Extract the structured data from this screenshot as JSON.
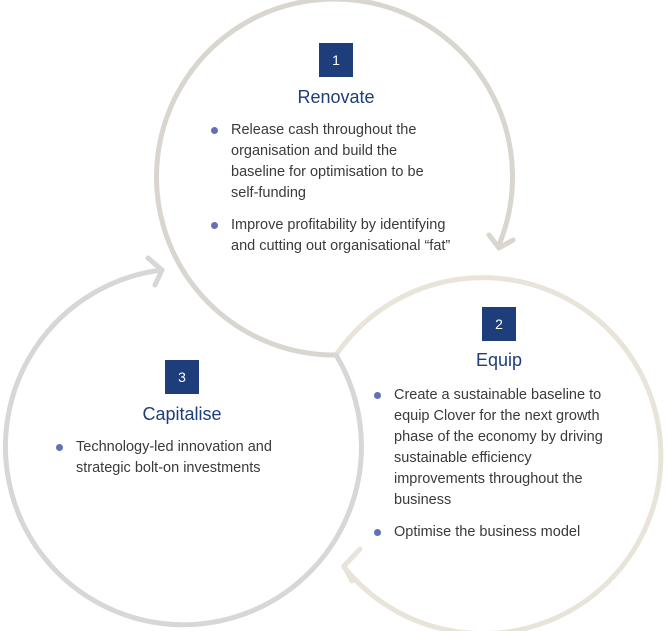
{
  "colors": {
    "badge": "#1d3e7b",
    "title": "#1d3e7b",
    "bullet_dot": "#6470b4",
    "body_text": "#3a3a3a",
    "ring_renovate": "#d9d6d0",
    "ring_equip": "#e8e4d9",
    "ring_capitalise": "#d7d7d7"
  },
  "stages": [
    {
      "number": "1",
      "title": "Renovate",
      "bullets": [
        "Release cash throughout the organisation and build the baseline for optimisation to be self-funding",
        "Improve profitability by identifying and cutting out organisational “fat”"
      ]
    },
    {
      "number": "2",
      "title": "Equip",
      "bullets": [
        "Create a sustainable baseline to equip Clover for the next growth phase of the economy by driving sustainable efficiency improvements throughout the business",
        "Optimise the business model"
      ]
    },
    {
      "number": "3",
      "title": "Capitalise",
      "bullets": [
        "Technology-led innovation and strategic bolt-on investments"
      ]
    }
  ]
}
